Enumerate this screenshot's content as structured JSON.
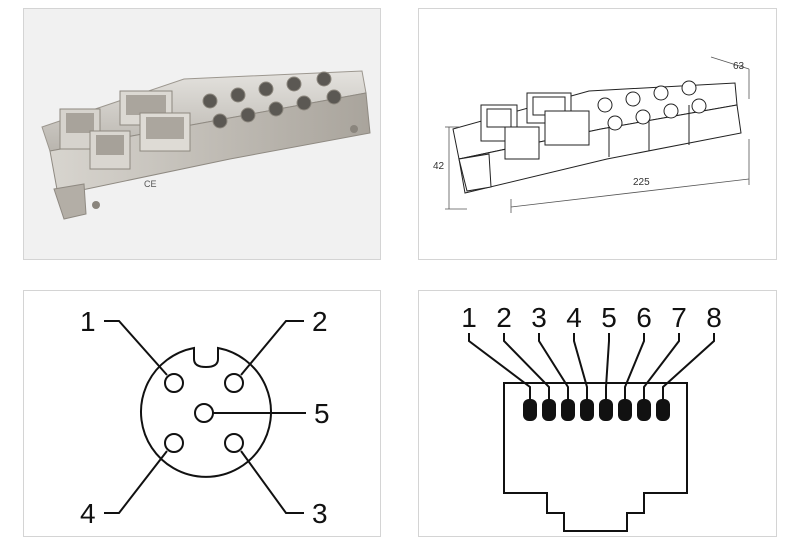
{
  "photo": {
    "ce_mark": "CE"
  },
  "drawing": {
    "dim_depth": "63",
    "dim_height": "42",
    "dim_length": "225"
  },
  "m12_pinout": {
    "pins": [
      "1",
      "2",
      "3",
      "4",
      "5"
    ]
  },
  "rj45_pinout": {
    "pins": [
      "1",
      "2",
      "3",
      "4",
      "5",
      "6",
      "7",
      "8"
    ]
  },
  "colors": {
    "line": "#111111",
    "panel_border": "#d4d4d4",
    "metal": "#c9c6c1"
  }
}
